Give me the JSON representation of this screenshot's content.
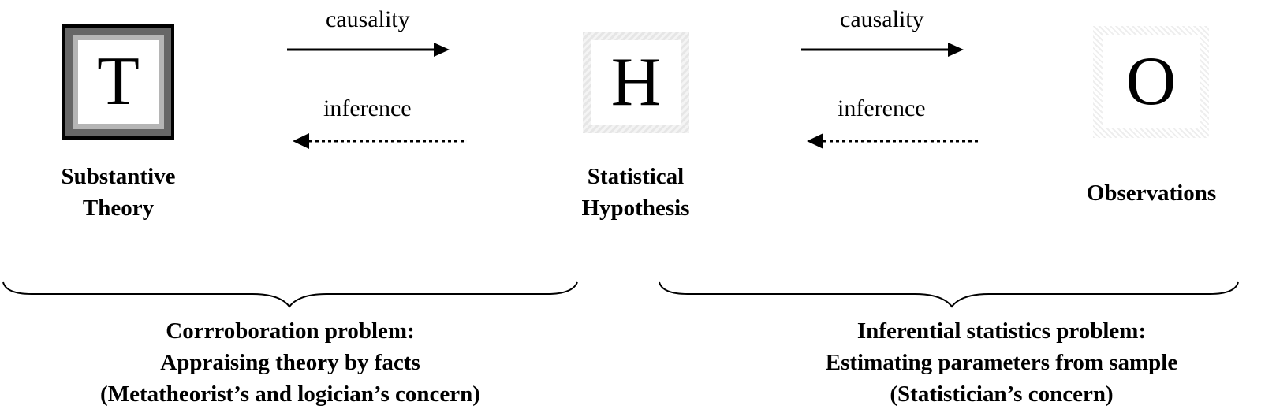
{
  "nodes": {
    "theory": {
      "letter": "T",
      "label_line1": "Substantive",
      "label_line2": "Theory"
    },
    "hypothesis": {
      "letter": "H",
      "label_line1": "Statistical",
      "label_line2": "Hypothesis"
    },
    "observations": {
      "letter": "O",
      "label": "Observations"
    }
  },
  "arrows": {
    "left_causality": "causality",
    "left_inference": "inference",
    "right_causality": "causality",
    "right_inference": "inference"
  },
  "captions": {
    "left": {
      "line1": "Corrroboration problem:",
      "line2": "Appraising theory by facts",
      "line3": "(Metatheorist’s and logician’s concern)"
    },
    "right": {
      "line1": "Inferential statistics problem:",
      "line2": "Estimating parameters from sample",
      "line3": "(Statistician’s concern)"
    }
  }
}
